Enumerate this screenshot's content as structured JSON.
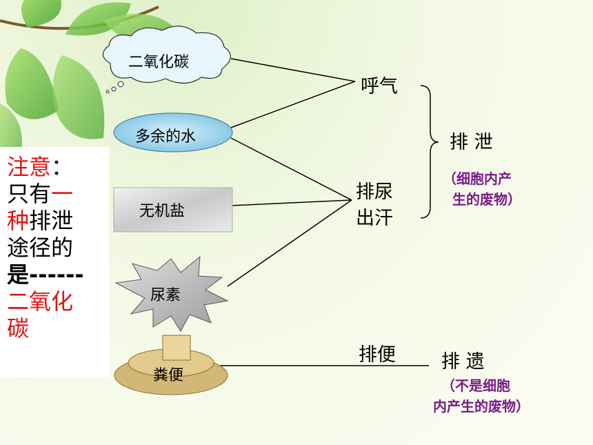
{
  "nodes": {
    "co2": "二氧化碳",
    "water": "多余的水",
    "salt": "无机盐",
    "urea": "尿素",
    "feces": "粪便"
  },
  "routes": {
    "breath": "呼气",
    "urine_sweat": [
      "排尿",
      "出汗"
    ],
    "defecate": "排便"
  },
  "categories": {
    "excretion": "排 泄",
    "excretion_note": [
      "（细胞内产",
      "生的废物）"
    ],
    "egestion": "排 遗",
    "egestion_note": [
      "（不是细胞",
      "内产生的废物）"
    ]
  },
  "note": {
    "title": "注意",
    "colon": "：",
    "l2_a": "只有",
    "l2_b": "一",
    "l3_a": "种",
    "l3_b": "排泄",
    "l4": "途径的",
    "l5": "是------",
    "l6": "二氧化",
    "l7": "碳"
  },
  "colors": {
    "accent_red": "#e21212",
    "note_purple": "#7a1a8a",
    "water_blue": "#9fd3ea",
    "cloud_blue": "#e8f6fd"
  }
}
